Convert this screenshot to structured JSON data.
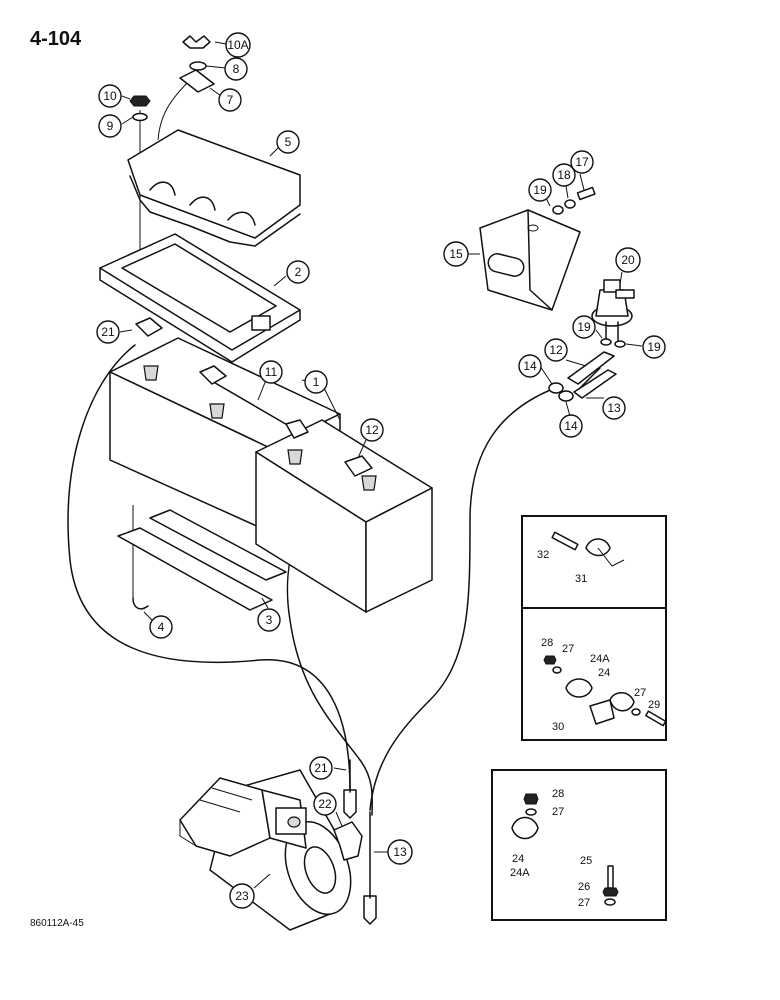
{
  "page": {
    "title": "4-104",
    "figure_code": "860112A-45"
  },
  "callouts": {
    "c10a": "10A",
    "c8": "8",
    "c7": "7",
    "c10": "10",
    "c9": "9",
    "c5": "5",
    "c2": "2",
    "c21a": "21",
    "c11": "11",
    "c1": "1",
    "c12a": "12",
    "c4": "4",
    "c3": "3",
    "c15": "15",
    "c19a": "19",
    "c18": "18",
    "c17": "17",
    "c20": "20",
    "c19b": "19",
    "c19c": "19",
    "c14a": "14",
    "c12b": "12",
    "c13a": "13",
    "c14b": "14",
    "c21b": "21",
    "c22": "22",
    "c13b": "13",
    "c23": "23"
  },
  "inset_labels": {
    "inset1": {
      "l32": "32",
      "l31": "31"
    },
    "inset2": {
      "l28": "28",
      "l27a": "27",
      "l24a": "24A",
      "l24": "24",
      "l27b": "27",
      "l29": "29",
      "l30": "30"
    },
    "inset3": {
      "l28": "28",
      "l27a": "27",
      "l24": "24",
      "l24a": "24A",
      "l25": "25",
      "l26": "26",
      "l27b": "27"
    }
  }
}
